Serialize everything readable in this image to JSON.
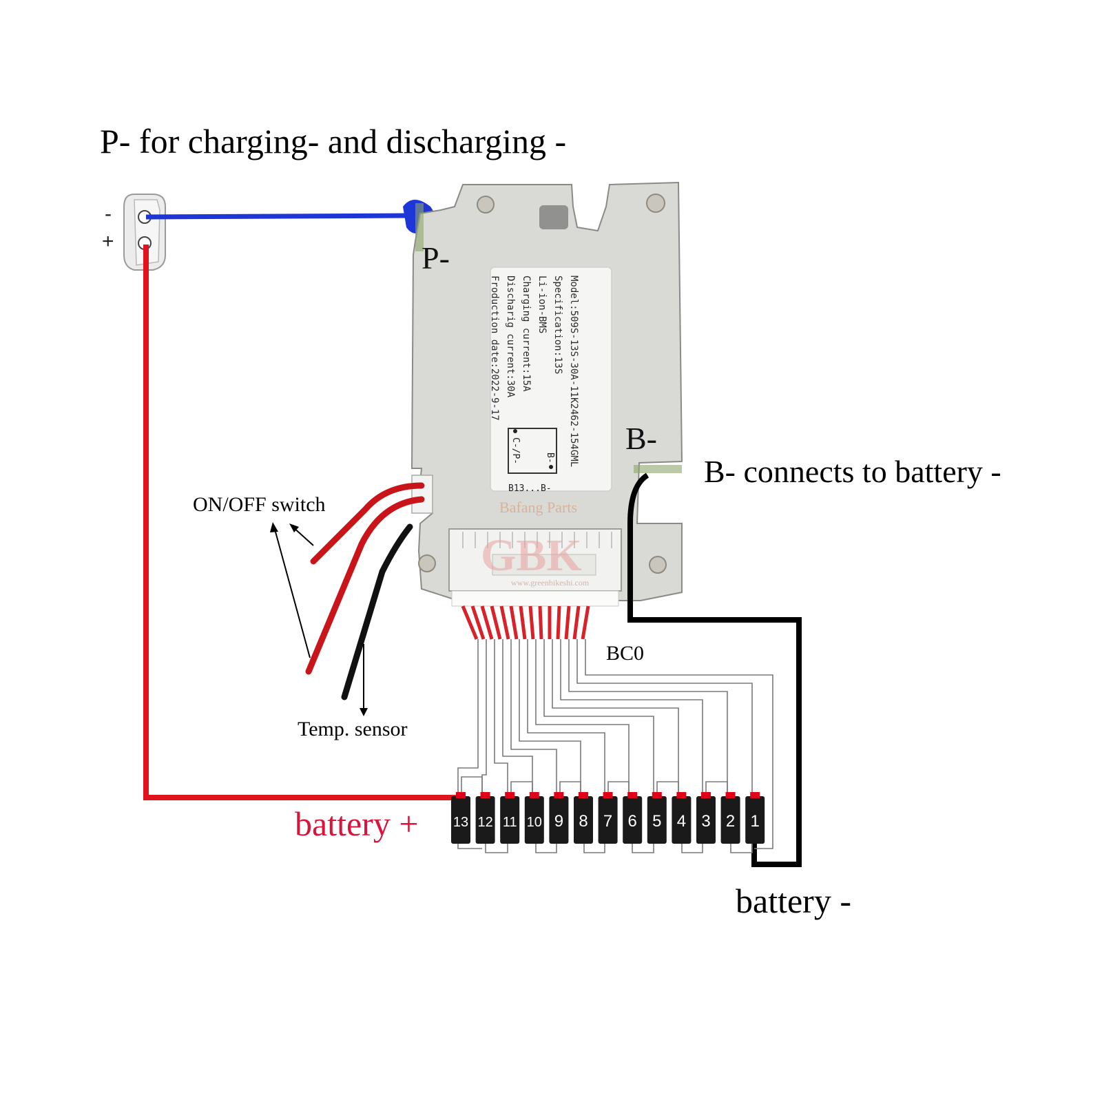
{
  "title": "P-  for charging- and discharging -",
  "connector": {
    "minus_label": "-",
    "plus_label": "+"
  },
  "board": {
    "p_terminal_label": "P-",
    "b_terminal_label": "B-",
    "sticker_lines": [
      "Model:509S-13S-30A-11K2462-154GML",
      "Specification:13S",
      "Li-ion-BMS",
      "Charging current:15A",
      "Discharig current:30A",
      "Froduction date:2022-9-17"
    ],
    "sticker_box": {
      "b_minus": "B-",
      "c_p": "C-/P-",
      "b13": "B13...B-"
    },
    "watermark": {
      "company": "Bafang Parts",
      "logo": "GBK",
      "url": "www.greenbikeshi.com"
    }
  },
  "labels": {
    "b_minus_desc": "B- connects to battery -",
    "switch": "ON/OFF switch",
    "temp": "Temp. sensor",
    "bc0": "BC0",
    "battery_plus": "battery +",
    "battery_minus": "battery -"
  },
  "cells": [
    "13",
    "12",
    "11",
    "10",
    "9",
    "8",
    "7",
    "6",
    "5",
    "4",
    "3",
    "2",
    "1"
  ],
  "colors": {
    "blue_wire": "#1f36d6",
    "red_wire": "#e0141c",
    "black_wire": "#000000",
    "battery_plus_text": "#d8143a",
    "board_metal": "#d9d9d6",
    "cell_body": "#1a1a1a",
    "cell_cap": "#e00018"
  }
}
